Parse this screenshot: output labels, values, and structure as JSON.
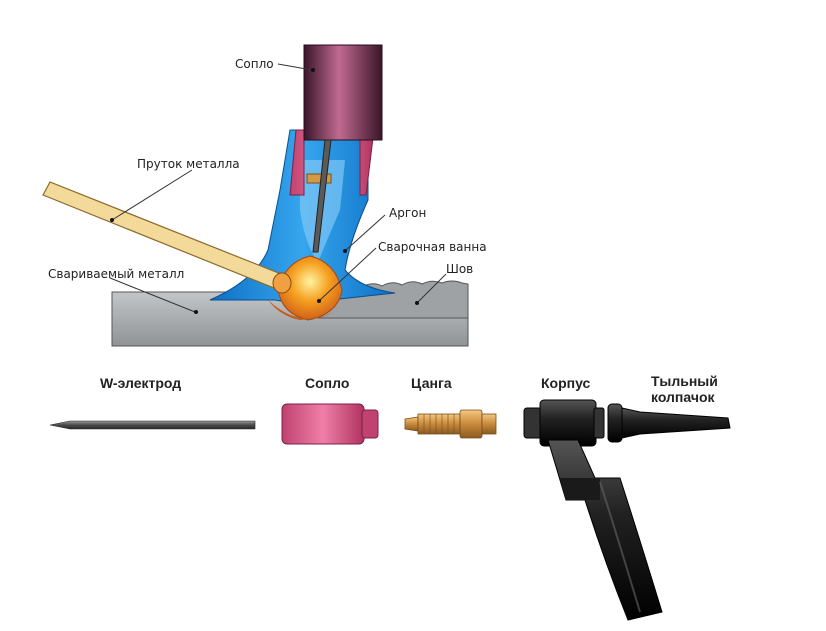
{
  "labels": {
    "nozzle": "Сопло",
    "filler_rod": "Пруток металла",
    "argon": "Аргон",
    "weld_pool": "Сварочная ванна",
    "base_metal": "Свариваемый металл",
    "seam": "Шов"
  },
  "parts": {
    "electrode": "W-электрод",
    "nozzle": "Сопло",
    "collet": "Цанга",
    "body": "Корпус",
    "back_cap_line1": "Тыльный",
    "back_cap_line2": "колпачок"
  },
  "colors": {
    "nozzle": "#b03a6a",
    "argon": "#1f8fe0",
    "argon_light": "#7fc8f5",
    "rod": "#f3d99a",
    "metal": "#a9acaf",
    "pool": "#f28a1a",
    "torch_body": "#2a2a2a"
  }
}
